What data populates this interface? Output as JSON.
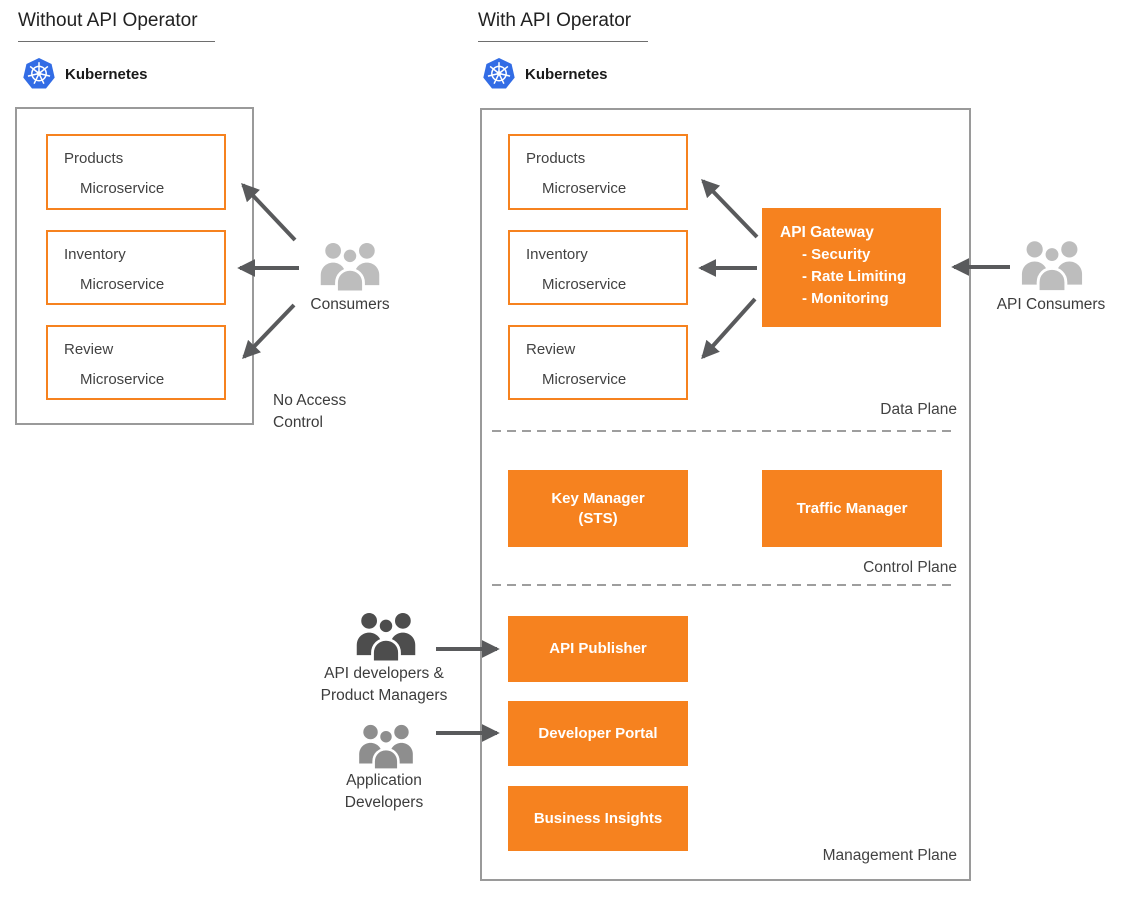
{
  "colors": {
    "orange": "#F6821F",
    "arrow_gray": "#595A5C",
    "kubernetes_blue": "#326CE5",
    "container_border": "#9A9A9A",
    "icon_light_gray": "#BDBDBD",
    "icon_dark_gray": "#4D4D4D",
    "icon_medium_gray": "#8E8E8E"
  },
  "left_panel": {
    "title": "Without API Operator",
    "platform_label": "Kubernetes",
    "services": [
      {
        "name": "Products",
        "type": "Microservice"
      },
      {
        "name": "Inventory",
        "type": "Microservice"
      },
      {
        "name": "Review",
        "type": "Microservice"
      }
    ],
    "actor_label": "Consumers",
    "note": {
      "line1": "No Access",
      "line2": "Control"
    }
  },
  "right_panel": {
    "title": "With API Operator",
    "platform_label": "Kubernetes",
    "services": [
      {
        "name": "Products",
        "type": "Microservice"
      },
      {
        "name": "Inventory",
        "type": "Microservice"
      },
      {
        "name": "Review",
        "type": "Microservice"
      }
    ],
    "gateway": {
      "title": "API Gateway",
      "features": [
        "- Security",
        "- Rate Limiting",
        "- Monitoring"
      ]
    },
    "actor_label": "API Consumers",
    "plane_labels": {
      "data": "Data Plane",
      "control": "Control Plane",
      "management": "Management Plane"
    },
    "control_plane_boxes": {
      "key_manager": {
        "line1": "Key Manager",
        "line2": "(STS)"
      },
      "traffic_manager": "Traffic Manager"
    },
    "management_plane_boxes": {
      "publisher": "API Publisher",
      "devportal": "Developer Portal",
      "insights": "Business Insights"
    },
    "management_actors": [
      {
        "line1": "API developers &",
        "line2": "Product Managers"
      },
      {
        "line1": "Application",
        "line2": "Developers"
      }
    ]
  }
}
